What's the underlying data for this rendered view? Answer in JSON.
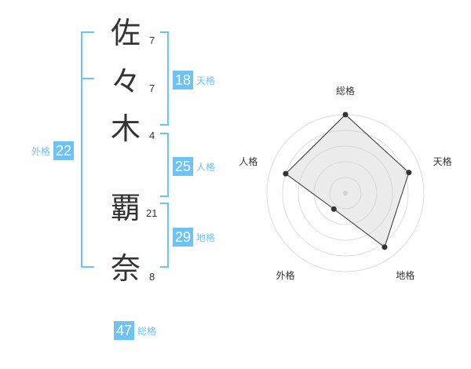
{
  "name_chars": [
    {
      "char": "佐",
      "strokes": "7"
    },
    {
      "char": "々",
      "strokes": "7"
    },
    {
      "char": "木",
      "strokes": "4"
    },
    {
      "char": "覇",
      "strokes": "21"
    },
    {
      "char": "奈",
      "strokes": "8"
    }
  ],
  "scores": {
    "tenkaku": {
      "label": "天格",
      "value": "18"
    },
    "jinkaku": {
      "label": "人格",
      "value": "25"
    },
    "chikaku": {
      "label": "地格",
      "value": "29"
    },
    "gaikaku": {
      "label": "外格",
      "value": "22"
    },
    "soukaku": {
      "label": "総格",
      "value": "47"
    }
  },
  "colors": {
    "accent": "#6ec3f3",
    "text": "#333333",
    "grid": "#dddddd"
  },
  "chart_data": {
    "type": "radar",
    "axes": [
      "総格",
      "天格",
      "地格",
      "外格",
      "人格"
    ],
    "levels": 5,
    "values": [
      1.0,
      0.85,
      0.85,
      0.25,
      0.8
    ]
  }
}
